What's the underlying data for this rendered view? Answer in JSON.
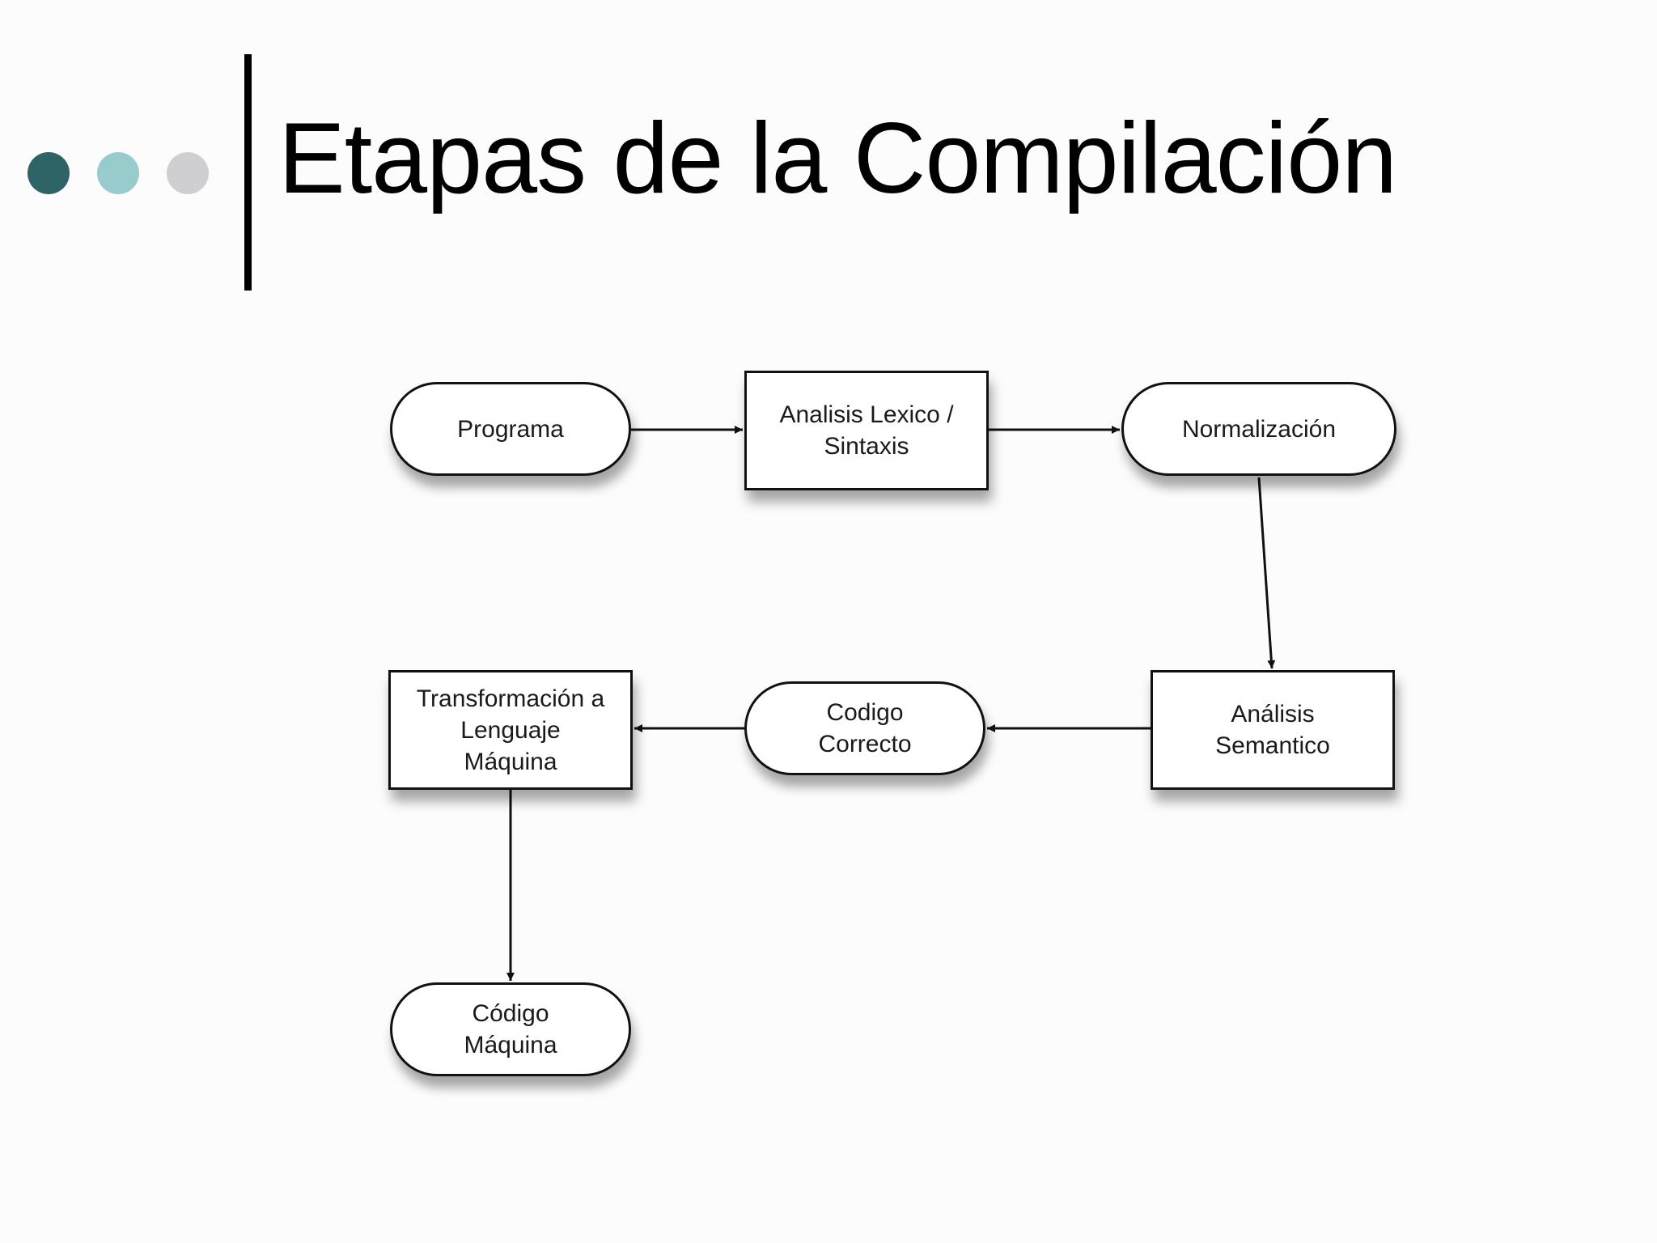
{
  "slide": {
    "title": "Etapas de la Compilación",
    "dots": [
      {
        "color": "#2f6467"
      },
      {
        "color": "#98cccc"
      },
      {
        "color": "#cfcfd1"
      }
    ]
  },
  "diagram": {
    "nodes": {
      "programa": "Programa",
      "lexico": "Analisis Lexico /\nSintaxis",
      "normalizacion": "Normalización",
      "semantico": "Análisis\nSemantico",
      "correcto": "Codigo\nCorrecto",
      "transformacion": "Transformación a\nLenguaje\nMáquina",
      "maquina": "Código\nMáquina"
    },
    "edges": [
      [
        "programa",
        "lexico"
      ],
      [
        "lexico",
        "normalizacion"
      ],
      [
        "normalizacion",
        "semantico"
      ],
      [
        "semantico",
        "correcto"
      ],
      [
        "correcto",
        "transformacion"
      ],
      [
        "transformacion",
        "maquina"
      ]
    ]
  }
}
